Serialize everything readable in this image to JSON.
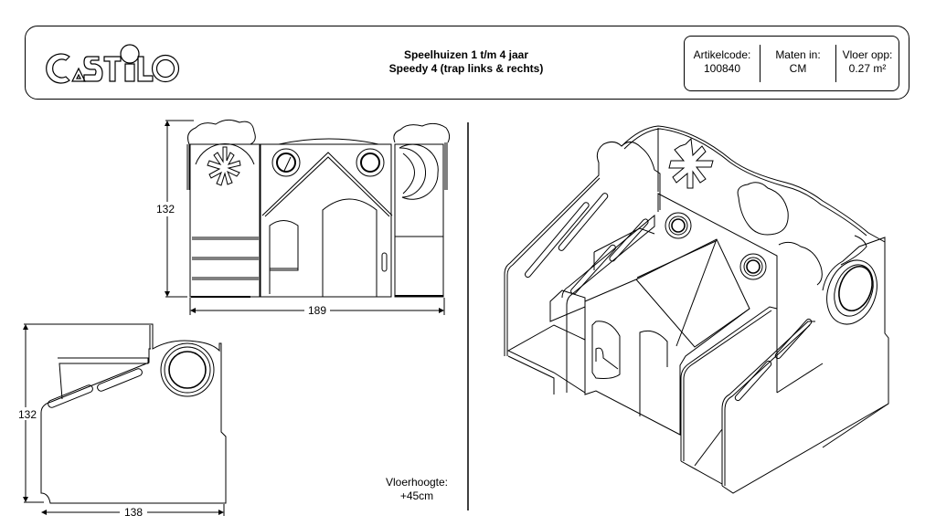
{
  "header": {
    "logo_text": "CASTILO",
    "title_line1": "Speelhuizen 1 t/m 4 jaar",
    "title_line2": "Speedy 4 (trap links & rechts)"
  },
  "info": [
    {
      "label": "Artikelcode:",
      "value": "100840"
    },
    {
      "label": "Maten in:",
      "value": "CM"
    },
    {
      "label": "Vloer opp:",
      "value": "0.27 m²"
    }
  ],
  "front_view": {
    "height_label": "132",
    "width_label": "189"
  },
  "side_view": {
    "height_label": "132",
    "width_label": "138"
  },
  "floor_height": {
    "label": "Vloerhoogte:",
    "value": "+45cm"
  },
  "colors": {
    "line": "#000000",
    "background": "#ffffff"
  }
}
